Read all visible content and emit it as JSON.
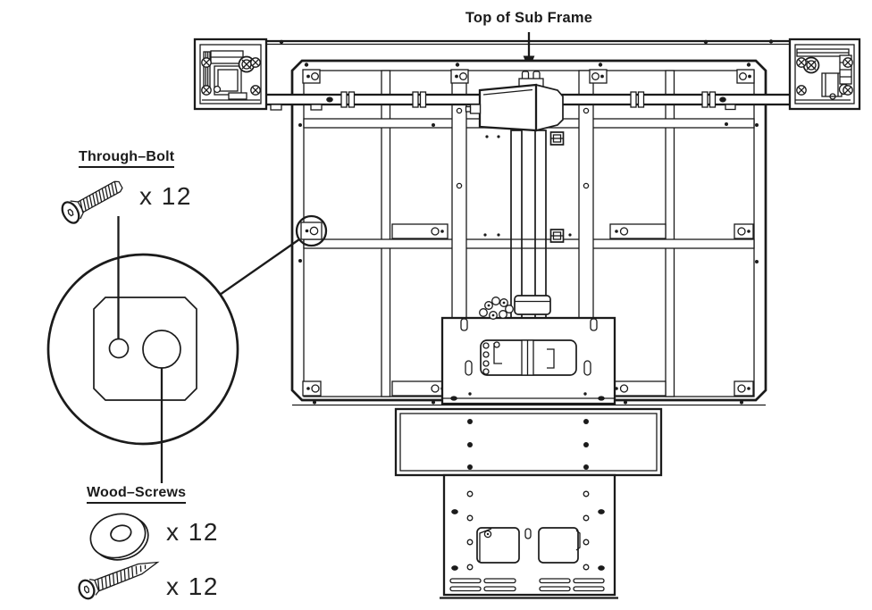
{
  "page": {
    "type": "assembly-diagram",
    "background": "#ffffff",
    "line_color": "#1b1b1b"
  },
  "callouts": {
    "top_arrow_label": "Top of Sub Frame",
    "through_bolt": {
      "label": "Through–Bolt",
      "quantity": "x 12"
    },
    "wood_screws": {
      "label": "Wood–Screws",
      "washer_quantity": "x 12",
      "screw_quantity": "x 12"
    }
  }
}
